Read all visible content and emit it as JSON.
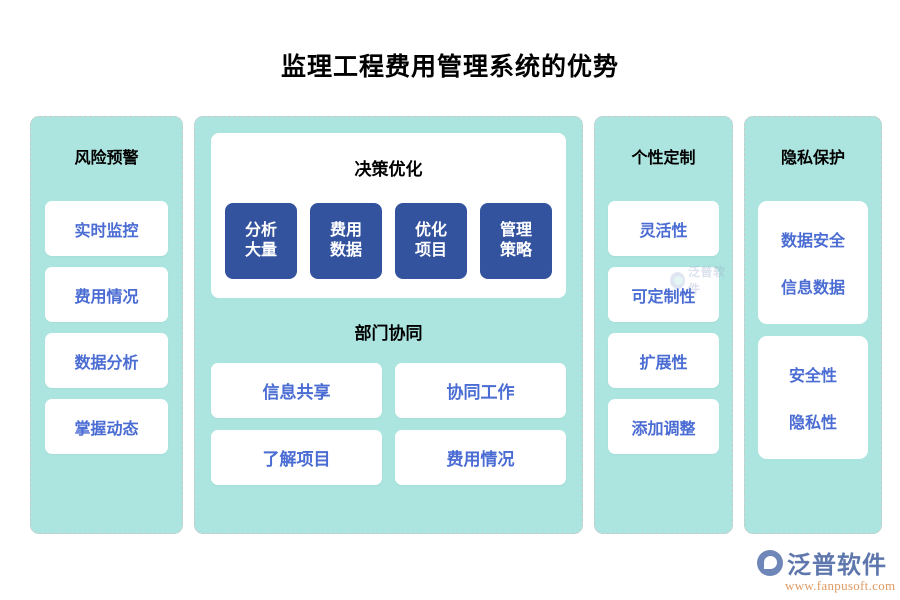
{
  "page": {
    "title": "监理工程费用管理系统的优势",
    "colors": {
      "panel_bg": "#ACE5E0",
      "card_bg": "#FFFFFF",
      "card_text": "#4A6CD3",
      "blue_box_bg": "#33539E",
      "blue_box_text": "#FFFFFF",
      "heading_text": "#000000",
      "brand_blue": "#5E77AC",
      "brand_orange": "#E09B63"
    }
  },
  "columns": {
    "risk": {
      "heading": "风险预警",
      "items": [
        {
          "label": "实时监控"
        },
        {
          "label": "费用情况"
        },
        {
          "label": "数据分析"
        },
        {
          "label": "掌握动态"
        }
      ]
    },
    "decision": {
      "heading": "决策优化",
      "blue_boxes": [
        {
          "line1": "分析",
          "line2": "大量"
        },
        {
          "line1": "费用",
          "line2": "数据"
        },
        {
          "line1": "优化",
          "line2": "项目"
        },
        {
          "line1": "管理",
          "line2": "策略"
        }
      ],
      "sub_heading": "部门协同",
      "sub_items": [
        {
          "label": "信息共享"
        },
        {
          "label": "协同工作"
        },
        {
          "label": "了解项目"
        },
        {
          "label": "费用情况"
        }
      ]
    },
    "custom": {
      "heading": "个性定制",
      "items": [
        {
          "label": "灵活性"
        },
        {
          "label": "可定制性"
        },
        {
          "label": "扩展性"
        },
        {
          "label": "添加调整"
        }
      ],
      "watermark": "泛普软件"
    },
    "privacy": {
      "heading": "隐私保护",
      "cards": [
        {
          "line1": "数据安全",
          "line2": "信息数据"
        },
        {
          "line1": "安全性",
          "line2": "隐私性"
        }
      ]
    }
  },
  "brand": {
    "name": "泛普软件",
    "url": "www.fanpusoft.com"
  }
}
